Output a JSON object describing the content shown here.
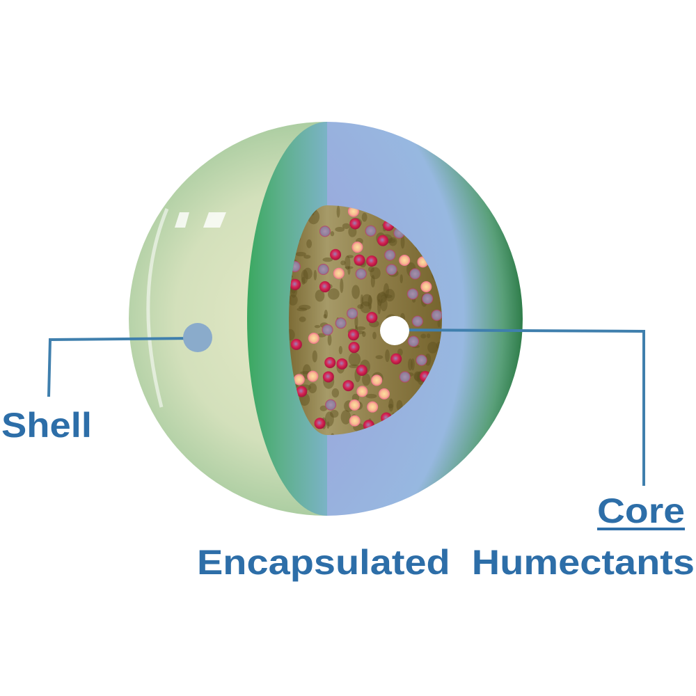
{
  "labels": {
    "shell": "Shell",
    "core": "Core",
    "caption": "Encapsulated  Humectants"
  },
  "colors": {
    "label_blue": "#2d6ea8",
    "leader_line": "#3f7fad",
    "shell_marker": "#8aabcb",
    "core_marker": "#ffffff",
    "core_matrix": "#8b7a45",
    "particle_red": "#d81e4a",
    "particle_peach": "#f7c08a",
    "particle_grey": "#8c7f98"
  }
}
